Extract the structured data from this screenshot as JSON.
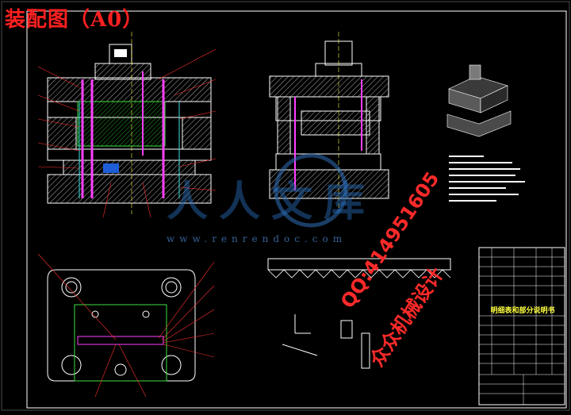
{
  "drawing": {
    "title": "装配图（A0）",
    "watermark_cn": "人人文库",
    "watermark_url": "www.renrendoc.com",
    "stamp_qq": "QQ:414951605",
    "stamp_cn": "众众机械设计",
    "table_label": "明细表和部分说明书"
  },
  "colors": {
    "background": "#000000",
    "frame": "#ffffff",
    "title": "#ff2020",
    "watermark": "#2f6fb8",
    "stamp": "#ff2a2a",
    "leader": "#ff3030",
    "table_label": "#ffff40"
  }
}
